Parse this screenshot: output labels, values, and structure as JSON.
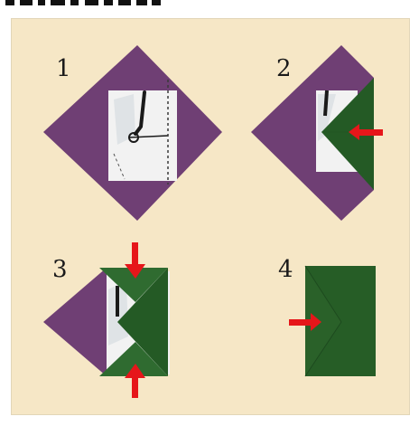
{
  "colors": {
    "panel_bg": "#f6e7c6",
    "purple": "#6f3f74",
    "dark_green": "#245a25",
    "mid_green": "#2f6b30",
    "paper_white": "#f2f2f2",
    "arrow_red": "#e6161a",
    "cut_title_text": "#111111"
  },
  "steps": [
    {
      "number": "1"
    },
    {
      "number": "2"
    },
    {
      "number": "3"
    },
    {
      "number": "4"
    }
  ],
  "icons": {
    "arrow": "red-arrow-icon",
    "fold_line": "dashed-fold-line"
  }
}
